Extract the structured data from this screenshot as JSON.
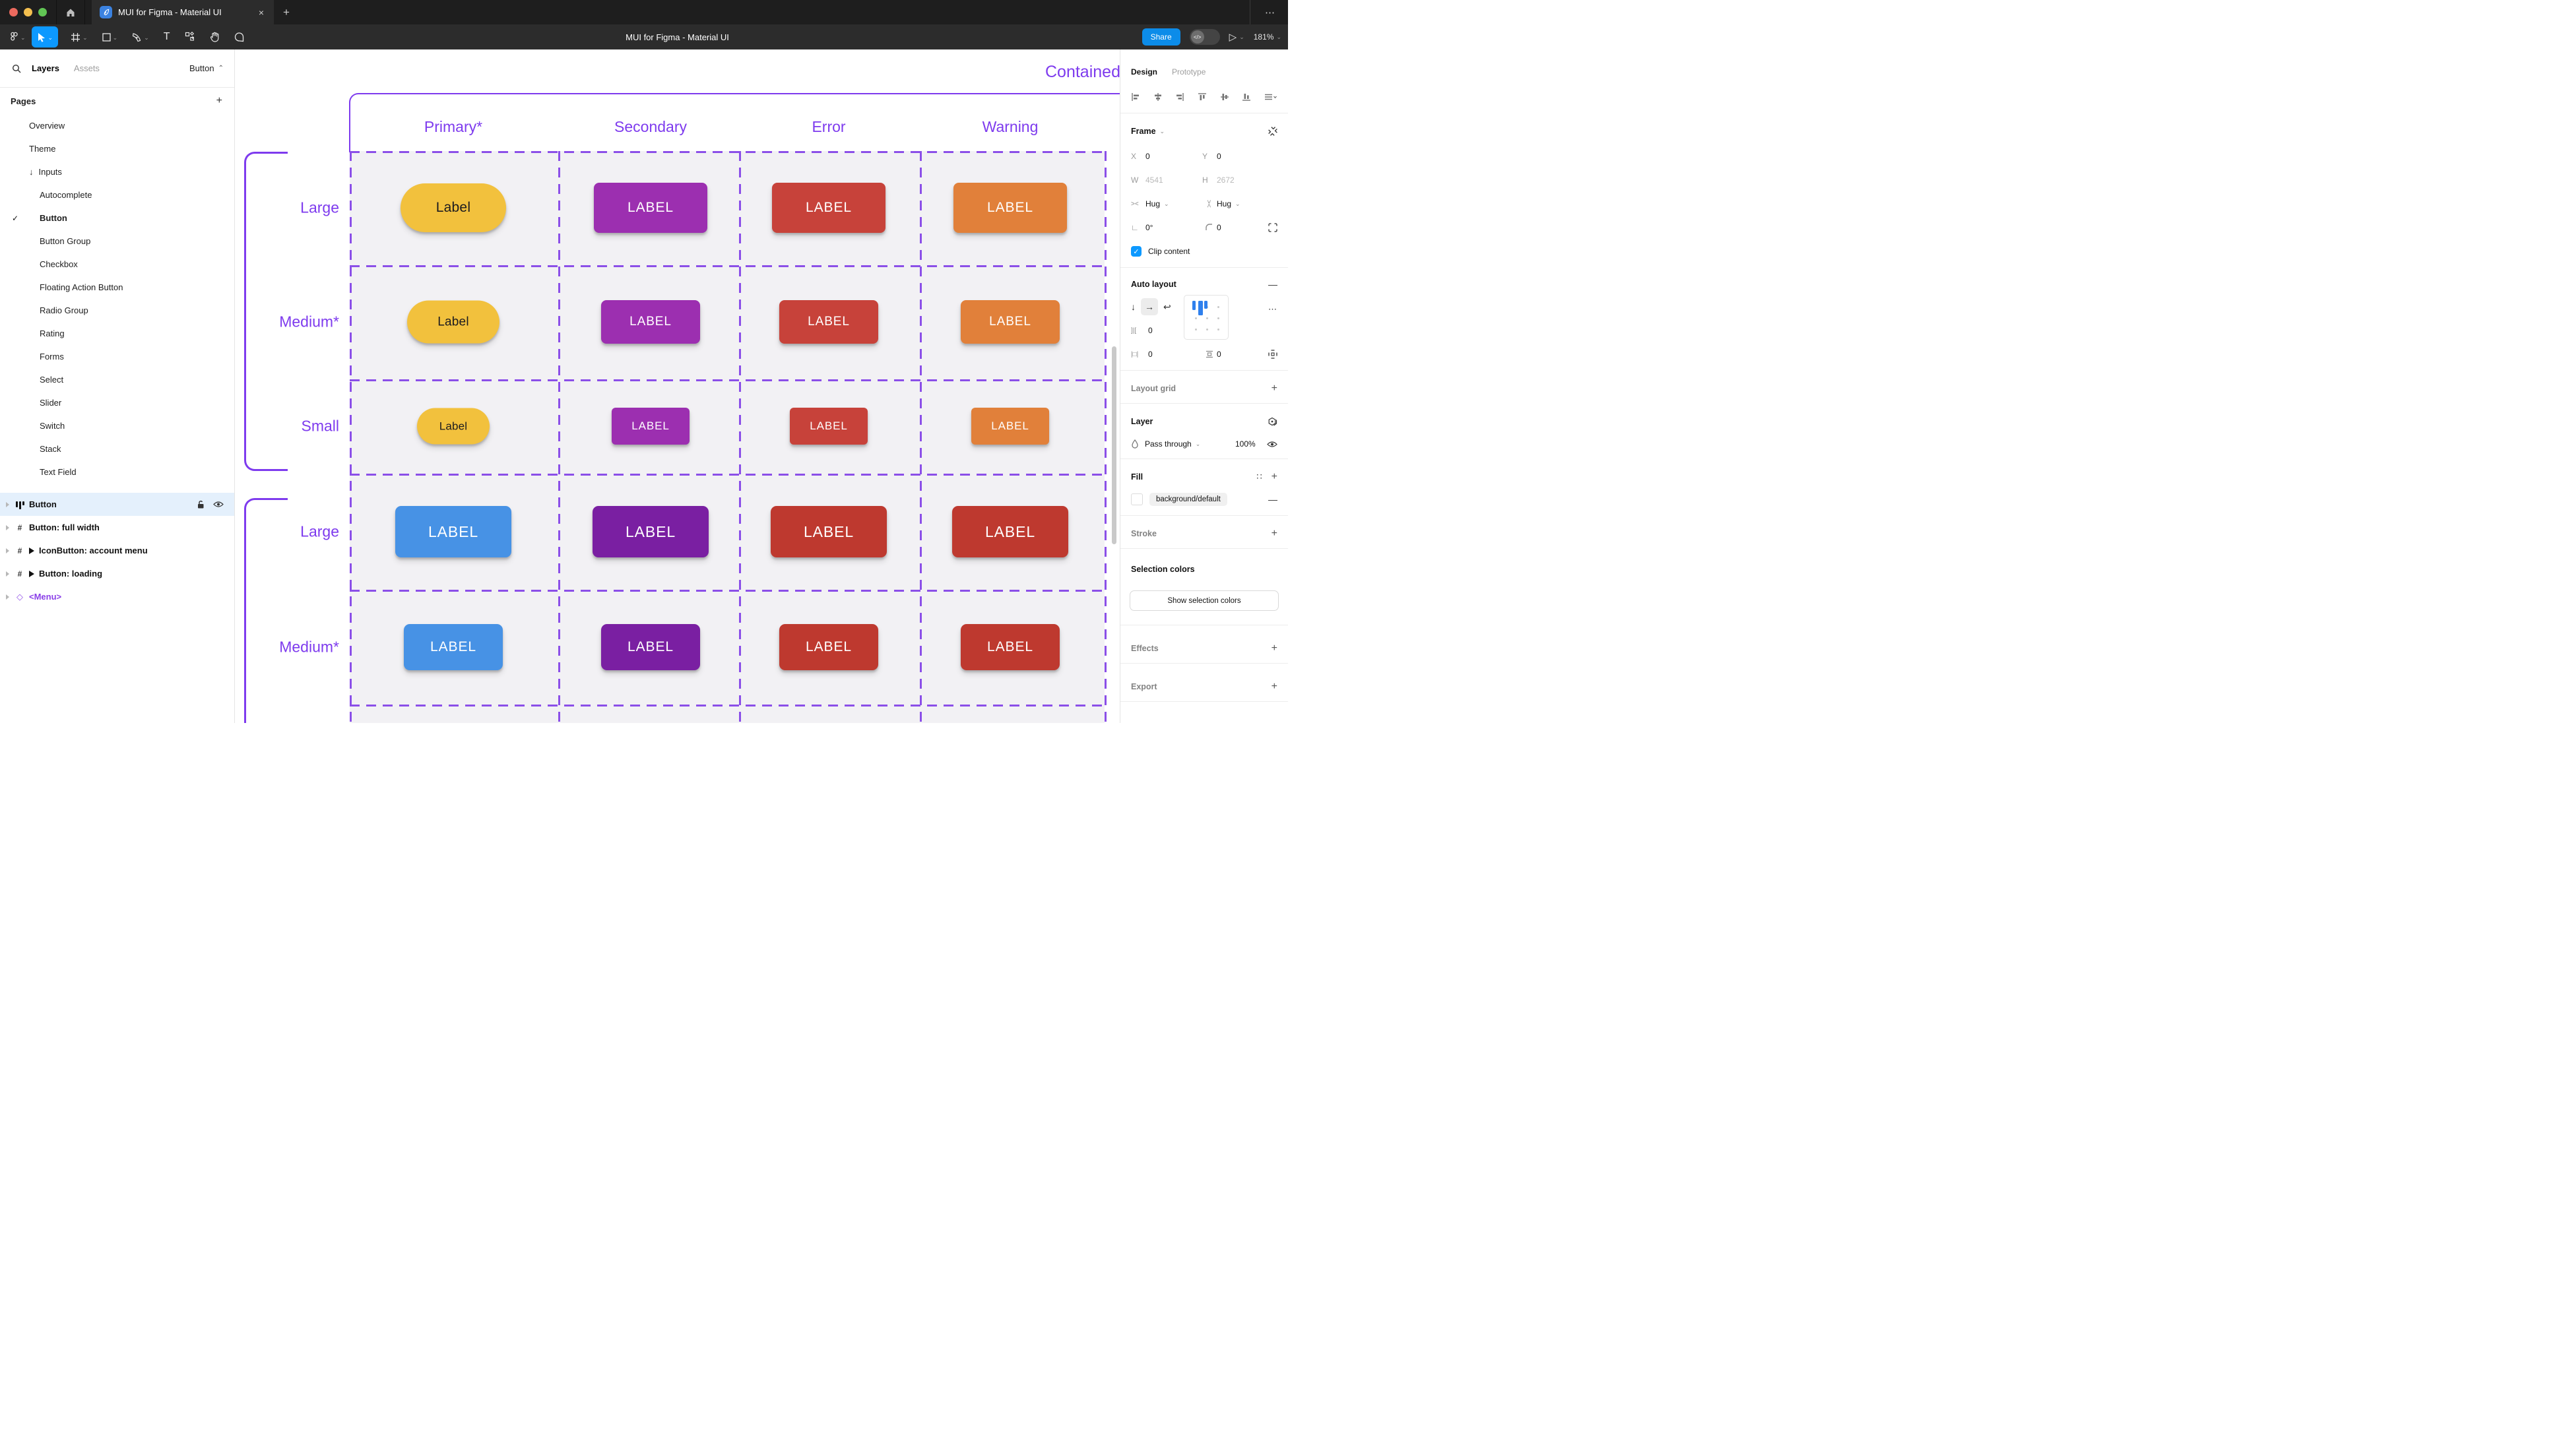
{
  "icons": {
    "close": "×",
    "plus": "+",
    "more": "⋯",
    "chevron_down": "⌄",
    "chevron_up": "⌃",
    "check": "✓",
    "arrow_down": "↓",
    "arrow_right": "→",
    "wrap": "↩",
    "minus": "—",
    "hash": "#",
    "text_tool": "T",
    "devmode": "</>",
    "play": "▷",
    "angle": "∟",
    "gap": "]|[",
    "pad_h": "|□|",
    "hug_h": "><",
    "diamond": "◇",
    "dots": "∷"
  },
  "titlebar": {
    "tab_title": "MUI for Figma - Material UI"
  },
  "toolbar": {
    "document_title": "MUI for Figma - Material UI",
    "share_label": "Share",
    "zoom_level": "181%"
  },
  "sidebar": {
    "tabs": [
      {
        "label": "Layers",
        "active": true
      },
      {
        "label": "Assets",
        "active": false
      }
    ],
    "page_selector": "Button",
    "pages_header": "Pages",
    "pages": [
      {
        "label": "Overview",
        "indent": 1
      },
      {
        "label": "Theme",
        "indent": 1
      },
      {
        "label": "Inputs",
        "indent": 1,
        "prefix": "↓"
      },
      {
        "label": "Autocomplete",
        "indent": 2
      },
      {
        "label": "Button",
        "indent": 2,
        "checked": true,
        "active": true
      },
      {
        "label": "Button Group",
        "indent": 2
      },
      {
        "label": "Checkbox",
        "indent": 2
      },
      {
        "label": "Floating Action Button",
        "indent": 2
      },
      {
        "label": "Radio Group",
        "indent": 2
      },
      {
        "label": "Rating",
        "indent": 2
      },
      {
        "label": "Forms",
        "indent": 2
      },
      {
        "label": "Select",
        "indent": 2
      },
      {
        "label": "Slider",
        "indent": 2
      },
      {
        "label": "Switch",
        "indent": 2
      },
      {
        "label": "Stack",
        "indent": 2
      },
      {
        "label": "Text Field",
        "indent": 2
      }
    ],
    "layers": [
      {
        "label": "Button",
        "icon": "autolayout",
        "selected": true
      },
      {
        "label": "Button: full width",
        "icon": "frame"
      },
      {
        "label": "IconButton: account menu",
        "icon": "frame",
        "interactive": true
      },
      {
        "label": "Button: loading",
        "icon": "frame",
        "interactive": true
      },
      {
        "label": "<Menu>",
        "icon": "component",
        "purple": true
      }
    ]
  },
  "canvas": {
    "frame_title": "Contained",
    "accent_color": "#7E3BEE",
    "dash_color": "#8B4FE8",
    "columns": [
      "Primary*",
      "Secondary",
      "Error",
      "Warning"
    ],
    "rows": [
      {
        "label": "Large",
        "size": "lg",
        "cells": [
          {
            "text": "Label",
            "bg": "#F2C13D",
            "fg": "#1C1B1F",
            "pill": true
          },
          {
            "text": "LABEL",
            "bg": "#9C2FB0",
            "fg": "#FFFFFF"
          },
          {
            "text": "LABEL",
            "bg": "#C7423A",
            "fg": "#FFFFFF"
          },
          {
            "text": "LABEL",
            "bg": "#E1803A",
            "fg": "#FFFFFF"
          }
        ]
      },
      {
        "label": "Medium*",
        "size": "md",
        "cells": [
          {
            "text": "Label",
            "bg": "#F2C13D",
            "fg": "#1C1B1F",
            "pill": true
          },
          {
            "text": "LABEL",
            "bg": "#9C2FB0",
            "fg": "#FFFFFF"
          },
          {
            "text": "LABEL",
            "bg": "#C7423A",
            "fg": "#FFFFFF"
          },
          {
            "text": "LABEL",
            "bg": "#E1803A",
            "fg": "#FFFFFF"
          }
        ]
      },
      {
        "label": "Small",
        "size": "sm",
        "cells": [
          {
            "text": "Label",
            "bg": "#F2C13D",
            "fg": "#1C1B1F",
            "pill": true
          },
          {
            "text": "LABEL",
            "bg": "#9C2FB0",
            "fg": "#FFFFFF"
          },
          {
            "text": "LABEL",
            "bg": "#C7423A",
            "fg": "#FFFFFF"
          },
          {
            "text": "LABEL",
            "bg": "#E1803A",
            "fg": "#FFFFFF"
          }
        ]
      },
      {
        "label": "Large",
        "size": "lg2",
        "cells": [
          {
            "text": "LABEL",
            "bg": "#4792E5",
            "fg": "#FFFFFF"
          },
          {
            "text": "LABEL",
            "bg": "#7A1FA2",
            "fg": "#FFFFFF"
          },
          {
            "text": "LABEL",
            "bg": "#BE392F",
            "fg": "#FFFFFF"
          },
          {
            "text": "LABEL",
            "bg": "#BE392F",
            "fg": "#FFFFFF"
          }
        ]
      },
      {
        "label": "Medium*",
        "size": "md2",
        "cells": [
          {
            "text": "LABEL",
            "bg": "#4792E5",
            "fg": "#FFFFFF"
          },
          {
            "text": "LABEL",
            "bg": "#7A1FA2",
            "fg": "#FFFFFF"
          },
          {
            "text": "LABEL",
            "bg": "#BE392F",
            "fg": "#FFFFFF"
          },
          {
            "text": "LABEL",
            "bg": "#BE392F",
            "fg": "#FFFFFF"
          }
        ]
      }
    ]
  },
  "panel": {
    "tabs": [
      {
        "label": "Design",
        "active": true
      },
      {
        "label": "Prototype",
        "active": false
      }
    ],
    "frame": {
      "title": "Frame",
      "x_label": "X",
      "x": "0",
      "y_label": "Y",
      "y": "0",
      "w_label": "W",
      "w": "4541",
      "h_label": "H",
      "h": "2672",
      "hug_h": "Hug",
      "hug_v": "Hug",
      "rotation": "0°",
      "radius": "0",
      "clip_label": "Clip content",
      "clip_checked": true
    },
    "auto_layout": {
      "title": "Auto layout",
      "gap": "0",
      "padding_h": "0",
      "padding_v": "0"
    },
    "layout_grid": {
      "title": "Layout grid"
    },
    "layer": {
      "title": "Layer",
      "blend_mode": "Pass through",
      "opacity": "100%"
    },
    "fill": {
      "title": "Fill",
      "style_name": "background/default",
      "swatch_color": "#FFFFFF"
    },
    "stroke": {
      "title": "Stroke"
    },
    "selection_colors": {
      "title": "Selection colors",
      "button_label": "Show selection colors"
    },
    "effects": {
      "title": "Effects"
    },
    "export": {
      "title": "Export"
    }
  }
}
